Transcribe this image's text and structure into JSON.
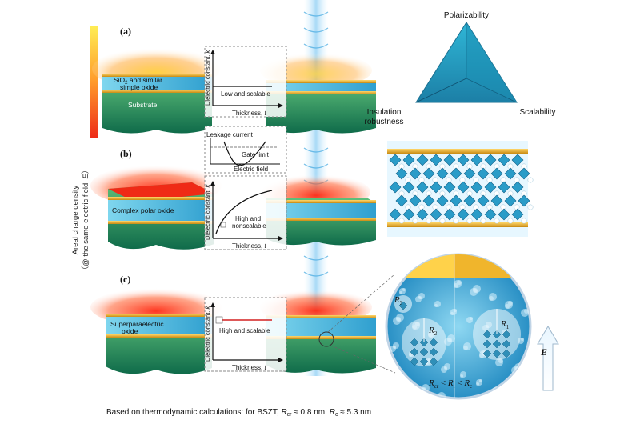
{
  "panels": {
    "a": {
      "tag": "(a)",
      "layer_label_1": "SiO",
      "layer_label_sub": "2",
      "layer_label_2": " and similar",
      "layer_label_3": "simple oxide",
      "substrate_label": "Substrate",
      "plot": {
        "ylabel": "Dielectric constant, ",
        "ylabel_var": "k",
        "xlabel": "Thickness, ",
        "xlabel_var": "t",
        "annotation": "Low and scalable"
      }
    },
    "b": {
      "tag": "(b)",
      "layer_label": "Complex polar oxide",
      "leakage_plot": {
        "title": "Leakage current",
        "limit_label": "Gate limit",
        "xlabel": "Electric field"
      },
      "plot": {
        "ylabel": "Dielectric constant, ",
        "ylabel_var": "k",
        "xlabel": "Thickness, ",
        "xlabel_var": "t",
        "annotation_1": "High and",
        "annotation_2": "nonscalable"
      }
    },
    "c": {
      "tag": "(c)",
      "layer_label_1": "Superparaelectric",
      "layer_label_2": "oxide",
      "plot": {
        "ylabel": "Dielectric constant, ",
        "ylabel_var": "k",
        "xlabel": "Thickness, ",
        "xlabel_var": "t",
        "annotation": "High and scalable"
      },
      "zoom": {
        "r3": "R",
        "r3_sub": "3",
        "r2": "R",
        "r2_sub": "2",
        "r1": "R",
        "r1_sub": "1",
        "field_label": "E",
        "relation": [
          "R",
          "cr",
          " < ",
          "R",
          "i",
          " < ",
          "R",
          "c"
        ]
      }
    }
  },
  "colorbar": {
    "label_1": "Areal charge density",
    "label_2": "（@ the same electric field, ",
    "label_var": "E",
    "label_3": "）",
    "colors": [
      "#ffe84a",
      "#ff9a2a",
      "#f0331a"
    ]
  },
  "triangle": {
    "top": "Polarizability",
    "left_1": "Insulation",
    "left_2": "robustness",
    "right": "Scalability",
    "color": "#2aa7c6"
  },
  "footnote": {
    "prefix": "Based on thermodynamic calculations: for BSZT, ",
    "rcr": "R",
    "rcr_sub": "cr",
    "rcr_val": " ≈ 0.8 nm, ",
    "rc": "R",
    "rc_sub": "c",
    "rc_val": " ≈ 5.3 nm"
  }
}
